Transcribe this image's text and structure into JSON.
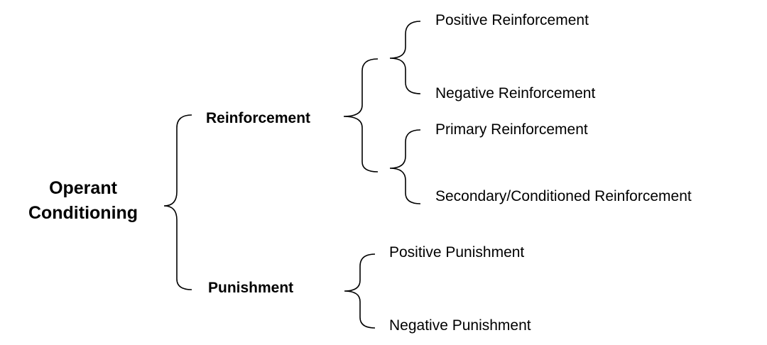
{
  "root": {
    "line1": "Operant",
    "line2": "Conditioning"
  },
  "branches": {
    "reinforcement": {
      "label": "Reinforcement",
      "groups": [
        [
          "Positive Reinforcement",
          "Negative Reinforcement"
        ],
        [
          "Primary Reinforcement",
          "Secondary/Conditioned Reinforcement"
        ]
      ]
    },
    "punishment": {
      "label": "Punishment",
      "leaves": [
        "Positive Punishment",
        "Negative Punishment"
      ]
    }
  }
}
